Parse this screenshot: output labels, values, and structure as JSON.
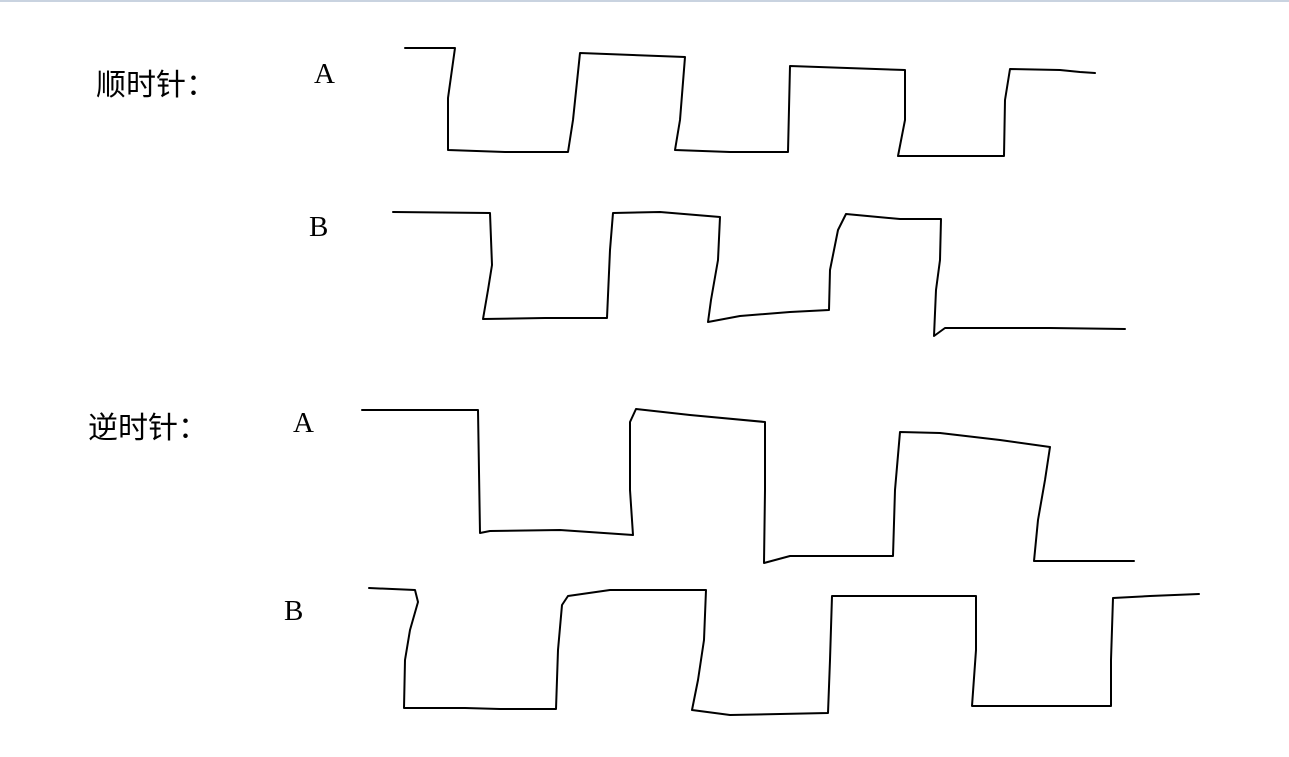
{
  "sections": [
    {
      "direction": "顺时针：",
      "channels": [
        {
          "name": "A",
          "sequence": [
            1,
            0,
            1,
            0,
            1,
            0,
            1
          ]
        },
        {
          "name": "B",
          "sequence": [
            1,
            0,
            1,
            0,
            1,
            0
          ]
        }
      ]
    },
    {
      "direction": "逆时针：",
      "channels": [
        {
          "name": "A",
          "sequence": [
            1,
            0,
            1,
            0,
            1,
            0
          ]
        },
        {
          "name": "B",
          "sequence": [
            1,
            0,
            1,
            0,
            1,
            0,
            1
          ]
        }
      ]
    }
  ]
}
